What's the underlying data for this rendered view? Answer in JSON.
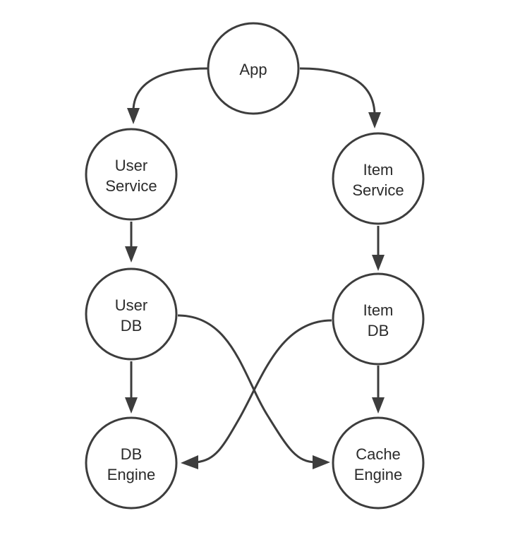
{
  "diagram": {
    "nodes": {
      "app": {
        "lines": [
          "App"
        ]
      },
      "user_service": {
        "lines": [
          "User",
          "Service"
        ]
      },
      "item_service": {
        "lines": [
          "Item",
          "Service"
        ]
      },
      "user_db": {
        "lines": [
          "User",
          "DB"
        ]
      },
      "item_db": {
        "lines": [
          "Item",
          "DB"
        ]
      },
      "db_engine": {
        "lines": [
          "DB",
          "Engine"
        ]
      },
      "cache_engine": {
        "lines": [
          "Cache",
          "Engine"
        ]
      }
    },
    "edges": [
      {
        "from": "app",
        "to": "user_service"
      },
      {
        "from": "app",
        "to": "item_service"
      },
      {
        "from": "user_service",
        "to": "user_db"
      },
      {
        "from": "item_service",
        "to": "item_db"
      },
      {
        "from": "user_db",
        "to": "db_engine"
      },
      {
        "from": "item_db",
        "to": "cache_engine"
      },
      {
        "from": "user_db",
        "to": "cache_engine"
      },
      {
        "from": "item_db",
        "to": "db_engine"
      }
    ],
    "colors": {
      "stroke": "#3d3d3d",
      "text": "#2b2b2b",
      "background": "#ffffff"
    }
  }
}
